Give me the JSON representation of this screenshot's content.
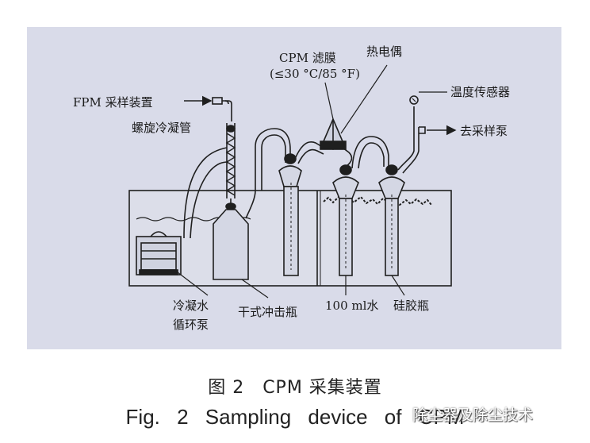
{
  "labels": {
    "cpm_filter": "CPM 滤膜",
    "cpm_temp": "(≤30 °C/85 °F)",
    "thermocouple": "热电偶",
    "temp_sensor": "温度传感器",
    "to_pump": "去采样泵",
    "fpm_sampler": "FPM 采样装置",
    "coil_condenser": "螺旋冷凝管",
    "cooling_pump_line1": "冷凝水",
    "cooling_pump_line2": "循环泵",
    "dry_impinger": "干式冲击瓶",
    "water_100ml": "100 ml水",
    "silica_gel": "硅胶瓶"
  },
  "caption": {
    "chinese": "图 2　CPM 采集装置",
    "english": "Fig. 2    Sampling device of CPM"
  },
  "watermark": "除尘器及除尘技术",
  "colors": {
    "panel": "#d9dbe9",
    "line": "#1f1f1f",
    "background": "#ffffff"
  }
}
